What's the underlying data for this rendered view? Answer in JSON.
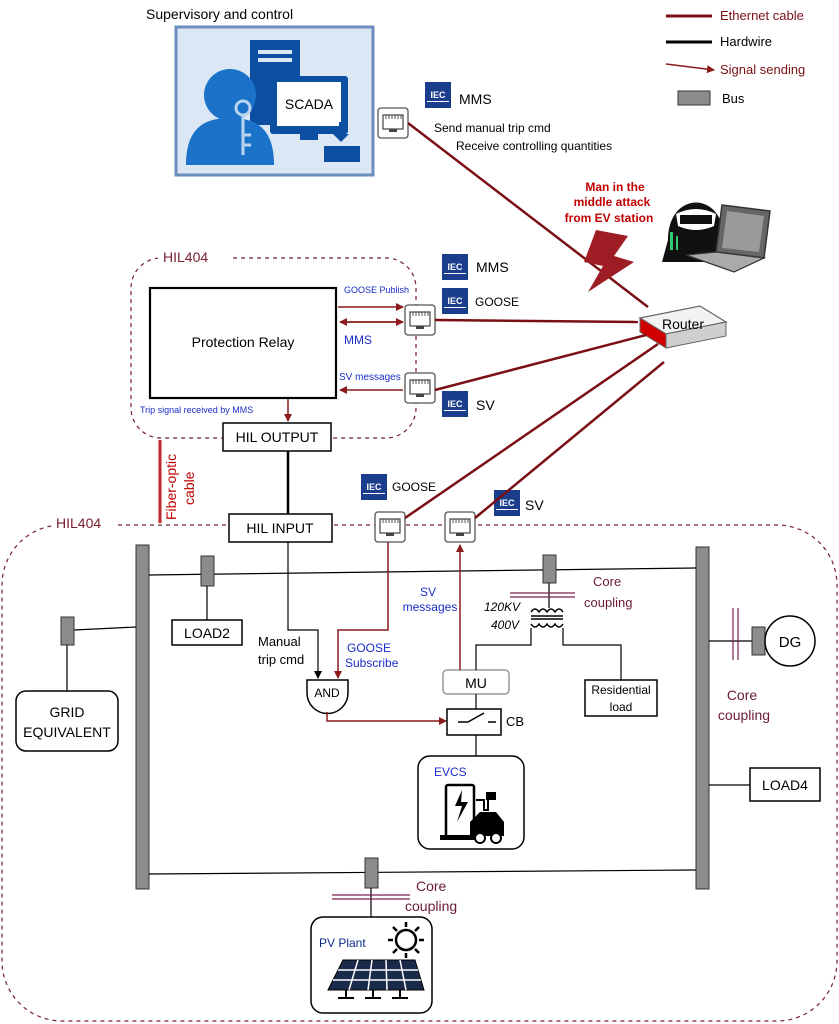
{
  "legend": {
    "ethernet": "Ethernet cable",
    "hardwire": "Hardwire",
    "signal": "Signal sending",
    "bus": "Bus",
    "colors": {
      "ethernet": "#7a0f14",
      "hardwire": "#000000",
      "signal": "#8b1a1a",
      "bus": "#8c8c8c"
    }
  },
  "scada": {
    "title": "Supervisory and control",
    "label": "SCADA",
    "protocol": "MMS",
    "cmd1": "Send manual trip cmd",
    "cmd2": "Receive controlling quantities"
  },
  "attack": {
    "line1": "Man in the",
    "line2": "middle attack",
    "line3": "from EV station"
  },
  "router": {
    "label": "Router"
  },
  "hil_top": {
    "label": "HIL404",
    "relay": "Protection Relay",
    "goose_publish": "GOOSE Publish",
    "mms_small": "MMS",
    "sv_messages": "SV messages",
    "trip_signal": "Trip signal received by MMS",
    "output": "HIL OUTPUT",
    "tag_mms": "MMS",
    "tag_goose": "GOOSE",
    "tag_sv": "SV"
  },
  "fiber": {
    "line1": "Fiber-optic",
    "line2": "cable"
  },
  "hil_bottom": {
    "label": "HIL404",
    "input": "HIL INPUT",
    "tag_goose": "GOOSE",
    "tag_sv": "SV",
    "load2": "LOAD2",
    "grid_line1": "GRID",
    "grid_line2": "EQUIVALENT",
    "manual1": "Manual",
    "manual2": "trip cmd",
    "goose_sub1": "GOOSE",
    "goose_sub2": "Subscribe",
    "sv_msg1": "SV",
    "sv_msg2": "messages",
    "and": "AND",
    "mu": "MU",
    "cb": "CB",
    "kv120": "120KV",
    "v400": "400V",
    "core1": "Core",
    "coupling1": "coupling",
    "residential1": "Residential",
    "residential2": "load",
    "evcs": "EVCS",
    "dg": "DG",
    "core2": "Core",
    "coupling2": "coupling",
    "load4": "LOAD4",
    "core3": "Core",
    "coupling3": "coupling",
    "pv": "PV Plant"
  },
  "iec": "IEC"
}
